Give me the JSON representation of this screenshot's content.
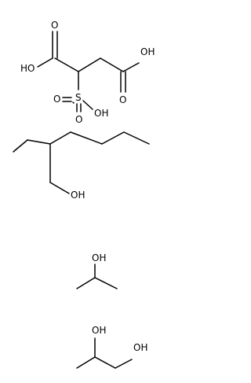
{
  "structures": [
    {
      "name": "sulfosuccinic-acid",
      "labels": {
        "oh_left": "HO",
        "oh_right": "OH",
        "o_acid_left": "O",
        "o_acid_right": "O",
        "s": "S",
        "o_s_top": "O",
        "o_s_left": "O",
        "o_s_oh": "OH"
      }
    },
    {
      "name": "2-ethylhexanol",
      "labels": {
        "oh": "OH"
      }
    },
    {
      "name": "isopropanol",
      "labels": {
        "oh": "OH"
      }
    },
    {
      "name": "propylene-glycol",
      "labels": {
        "oh_top": "OH",
        "oh_right": "OH"
      }
    }
  ],
  "colors": {
    "bond": "#000000",
    "text": "#000000",
    "background": "#ffffff"
  }
}
